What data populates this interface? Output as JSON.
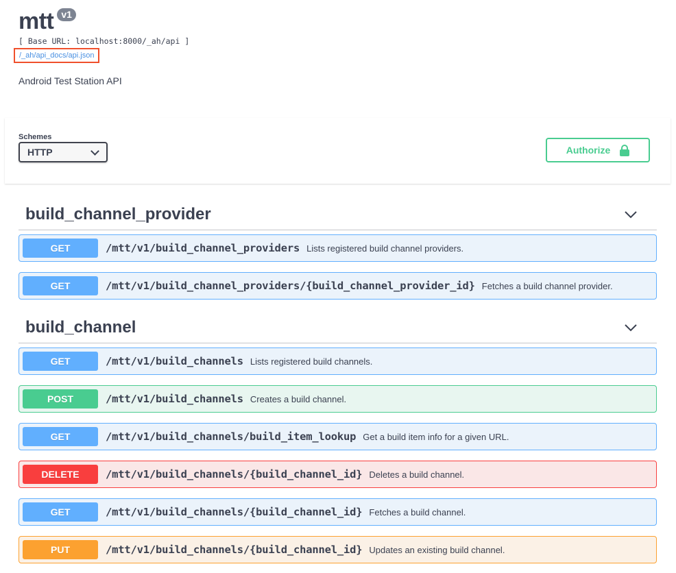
{
  "info": {
    "title": "mtt",
    "version": "v1",
    "base_url": "[ Base URL: localhost:8000/_ah/api ]",
    "spec_link": "/_ah/api_docs/api.json",
    "description": "Android Test Station API"
  },
  "schemes": {
    "label": "Schemes",
    "selected": "HTTP"
  },
  "authorize": {
    "label": "Authorize"
  },
  "sections": [
    {
      "name": "build_channel_provider",
      "operations": [
        {
          "method": "GET",
          "path": "/mtt/v1/build_channel_providers",
          "summary": "Lists registered build channel providers."
        },
        {
          "method": "GET",
          "path": "/mtt/v1/build_channel_providers/{build_channel_provider_id}",
          "summary": "Fetches a build channel provider."
        }
      ]
    },
    {
      "name": "build_channel",
      "operations": [
        {
          "method": "GET",
          "path": "/mtt/v1/build_channels",
          "summary": "Lists registered build channels."
        },
        {
          "method": "POST",
          "path": "/mtt/v1/build_channels",
          "summary": "Creates a build channel."
        },
        {
          "method": "GET",
          "path": "/mtt/v1/build_channels/build_item_lookup",
          "summary": "Get a build item info for a given URL."
        },
        {
          "method": "DELETE",
          "path": "/mtt/v1/build_channels/{build_channel_id}",
          "summary": "Deletes a build channel."
        },
        {
          "method": "GET",
          "path": "/mtt/v1/build_channels/{build_channel_id}",
          "summary": "Fetches a build channel."
        },
        {
          "method": "PUT",
          "path": "/mtt/v1/build_channels/{build_channel_id}",
          "summary": "Updates an existing build channel."
        }
      ]
    }
  ],
  "colors": {
    "get": "#61affe",
    "post": "#49cc90",
    "delete": "#f93e3e",
    "put": "#fca130",
    "highlight": "#f0502c"
  },
  "icons": {
    "lock": "lock-icon",
    "expand": "chevron-down-icon",
    "select": "chevron-down-icon"
  }
}
